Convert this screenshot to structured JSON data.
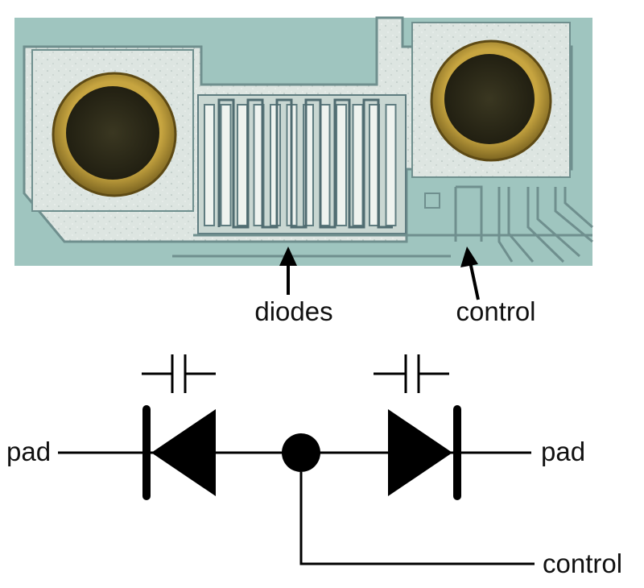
{
  "photo": {
    "subject": "die-micrograph",
    "colors": {
      "substrate": "#9fc5bf",
      "metal": "#dfe6e2",
      "metal_border": "#6f8f8e",
      "bond_ring": "#b9952f",
      "bond_center": "#2c2a17",
      "diode_stripe": "#eef3ef",
      "diode_outline": "#5f7c80"
    }
  },
  "annotations": {
    "diodes_label": "diodes",
    "control_label": "control"
  },
  "schematic": {
    "left_pad_label": "pad",
    "right_pad_label": "pad",
    "control_label": "control",
    "left_diode_direction": "points-left",
    "right_diode_direction": "points-right",
    "capacitor_symbols": [
      "capacitor-icon",
      "capacitor-icon"
    ],
    "line_color": "#000000"
  }
}
